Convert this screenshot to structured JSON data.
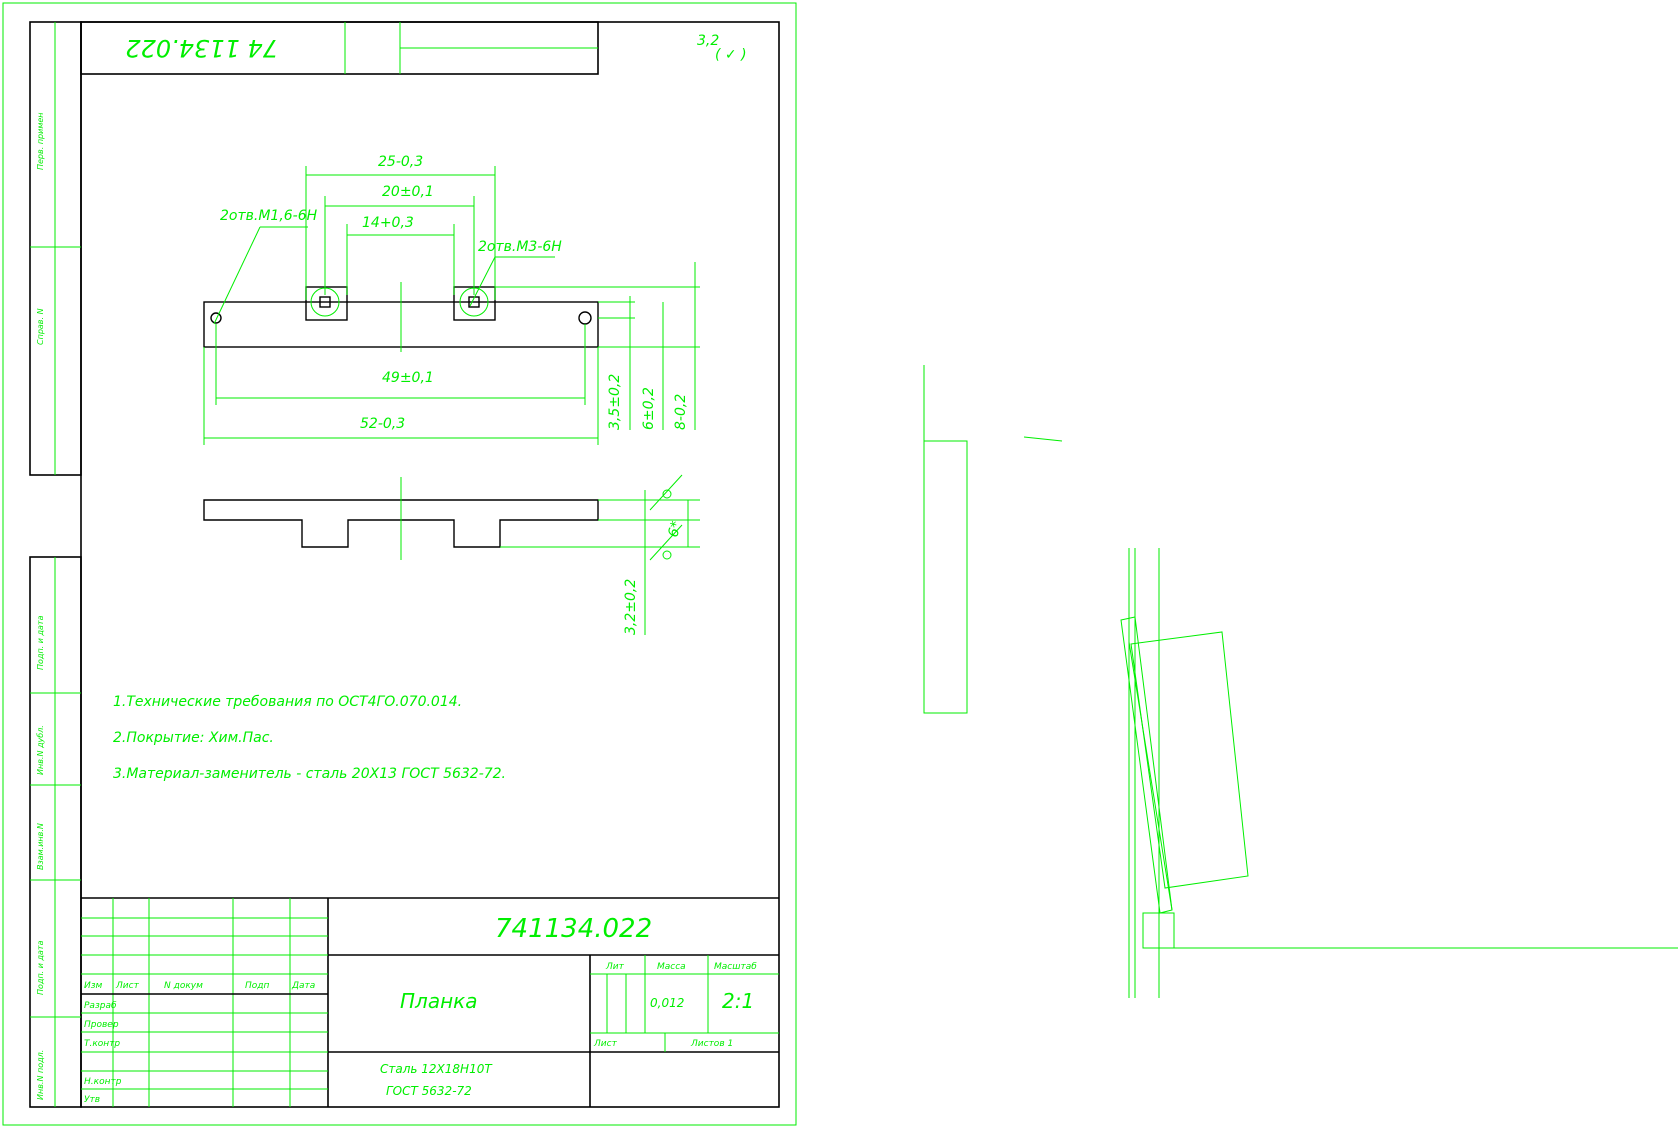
{
  "drawing": {
    "number": "741134.022",
    "number_mirrored": "74 1134.022",
    "title": "Планка",
    "material_line1": "Сталь 12Х18Н10Т",
    "material_line2": "ГОСТ 5632-72",
    "mass": "0,012",
    "scale": "2:1",
    "sheet_label": "Лист",
    "sheets_label": "Листов 1"
  },
  "surface_roughness": {
    "value": "3,2",
    "sign": "( ✓ )"
  },
  "dimensions": {
    "d25": "25-0,3",
    "d20": "20±0,1",
    "d14": "14+0,3",
    "d49": "49±0,1",
    "d52": "52-0,3",
    "d3_5": "3,5±0,2",
    "d6": "6±0,2",
    "d8": "8-0,2",
    "d3_2": "3,2±0,2",
    "d6deg": "6*",
    "hole_left": "2отв.М1,6-6Н",
    "hole_right": "2отв.М3-6Н"
  },
  "notes": [
    "1.Технические требования по ОСТ4ГО.070.014.",
    "2.Покрытие: Хим.Пас.",
    "3.Материал-заменитель - сталь 20Х13 ГОСТ 5632-72."
  ],
  "title_block": {
    "col_izm": "Изм",
    "col_list": "Лист",
    "col_doc": "N докум",
    "col_sign": "Подп",
    "col_date": "Дата",
    "col_lit": "Лит",
    "col_mass": "Масса",
    "col_scale": "Масштаб",
    "row_razrab": "Разраб",
    "row_prov": "Провер",
    "row_tkontr": "Т.контр",
    "row_nkontr": "Н.контр",
    "row_utv": "Утв"
  },
  "side_stamps": {
    "perv_prim": "Перв. примен",
    "sprav": "Справ. N",
    "podp_data_top": "Подп. и дата",
    "inv_dubl": "Инв.N дубл.",
    "vzam_inv": "Взам.инв.N",
    "podp_data_bottom": "Подп. и дата",
    "inv_podl": "Инв.N подл."
  }
}
